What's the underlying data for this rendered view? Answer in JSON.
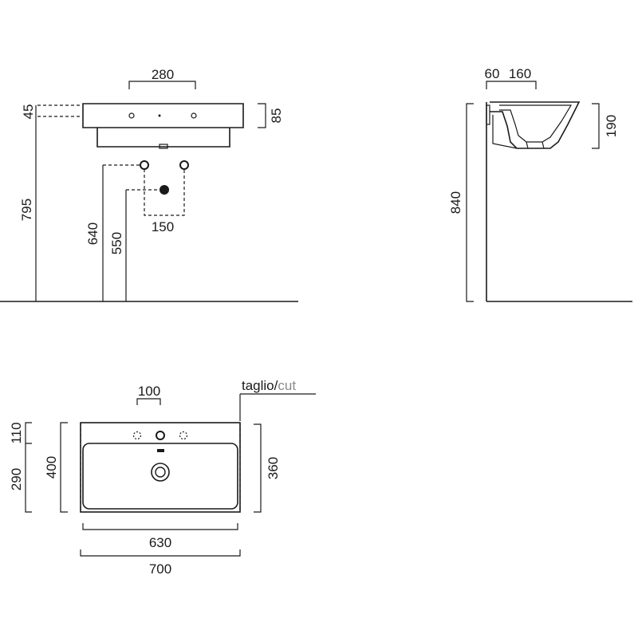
{
  "front_view": {
    "dim_top_width": "280",
    "dim_top_thickness": "45",
    "dim_rim_height": "85",
    "dim_total_height": "795",
    "dim_supply_height": "640",
    "dim_drain_height": "550",
    "dim_supply_spacing": "150"
  },
  "side_view": {
    "dim_wall_offset": "60",
    "dim_drain_offset": "160",
    "dim_bowl_depth": "190",
    "dim_rim_height": "840"
  },
  "plan_view": {
    "dim_hole_spacing": "100",
    "cut_label_main": "taglio/",
    "cut_label_alt": "cut",
    "dim_front_band": "110",
    "dim_bowl_depth": "290",
    "dim_total_depth": "400",
    "dim_inner_depth": "360",
    "dim_inner_width": "630",
    "dim_total_width": "700"
  },
  "colors": {
    "line": "#1a1a1a",
    "cut_label_alt": "#8a8a8a"
  }
}
